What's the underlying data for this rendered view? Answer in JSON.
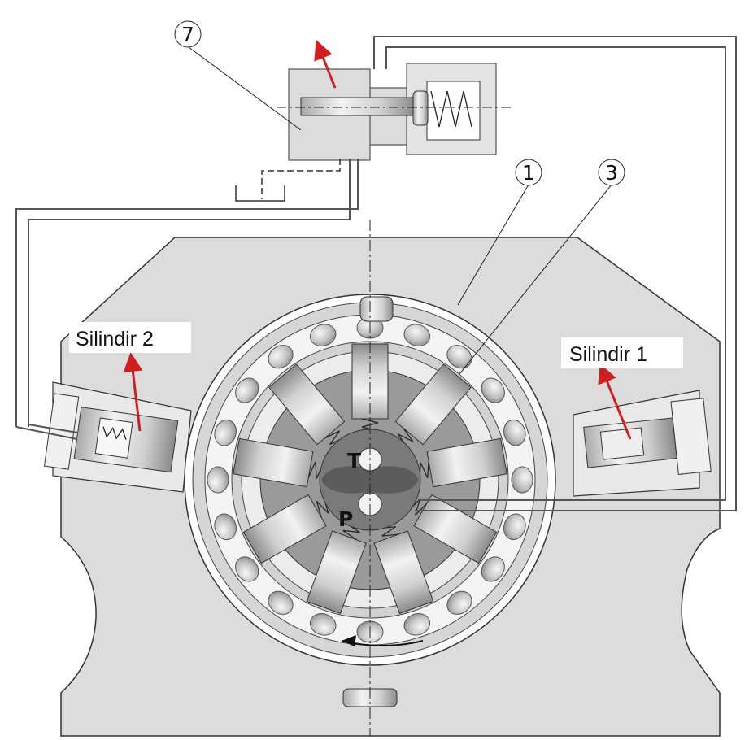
{
  "labels": {
    "cylinder_left": "Silindir 2",
    "cylinder_right": "Silindir 1",
    "port_t": "T",
    "port_p": "P",
    "callout_7": "7",
    "callout_1": "1",
    "callout_3": "3"
  },
  "colors": {
    "housing": "#dcdcdc",
    "housing_stroke": "#333333",
    "roller": "#c8c8c8",
    "rotor_dark": "#8c8c8c",
    "shaft": "#6e6e6e",
    "arrow": "#d21e1e",
    "pipe": "#555555"
  },
  "parts": {
    "radial_piston_count": 9,
    "roller_count": 20
  }
}
